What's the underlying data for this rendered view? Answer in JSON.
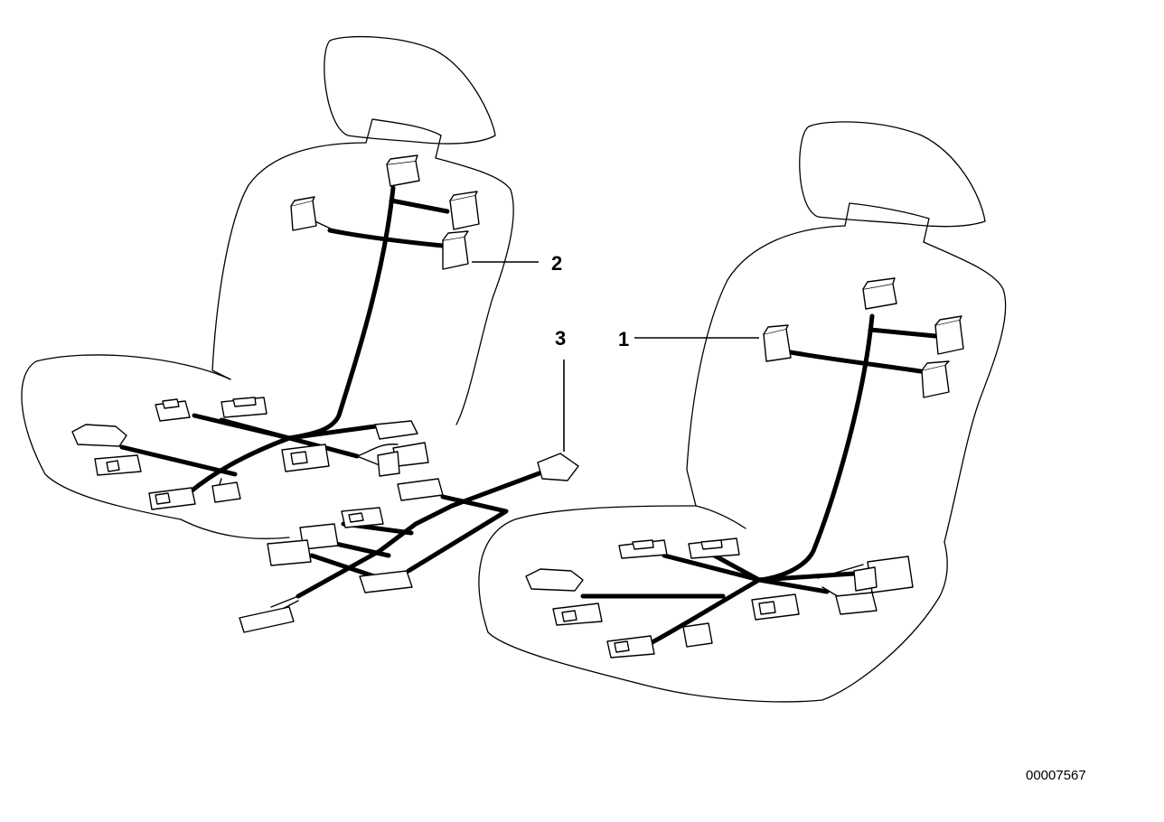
{
  "callouts": {
    "part_1": "1",
    "part_2": "2",
    "part_3": "3"
  },
  "document_number": "00007567"
}
